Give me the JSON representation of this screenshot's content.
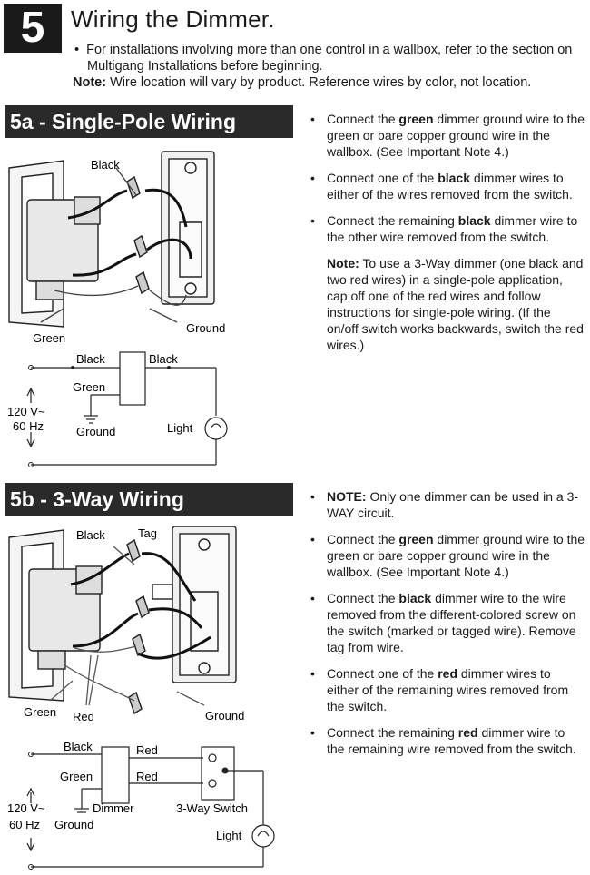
{
  "step": {
    "number": "5",
    "title": "Wiring the Dimmer."
  },
  "intro": {
    "bullet": "For installations involving more than one control in a wallbox, refer to the section on Multigang Installations before beginning.",
    "note_label": "Note:",
    "note_text": "Wire location will vary by product. Reference wires by color, not location."
  },
  "section_a": {
    "heading": "5a - Single-Pole Wiring",
    "items": [
      {
        "pre": "Connect the ",
        "bold": "green",
        "post": " dimmer ground wire to the green or bare copper ground wire in the wallbox. (See Important Note 4.)"
      },
      {
        "pre": "Connect one of the ",
        "bold": "black",
        "post": " dimmer wires to either of the wires removed from the switch."
      },
      {
        "pre": "Connect the remaining ",
        "bold": "black",
        "post": " dimmer wire to the other wire removed from the switch."
      }
    ],
    "note_label": "Note:",
    "note_text": "To use a 3-Way dimmer (one black and two red wires) in a single-pole application, cap off one of the red wires and follow instructions for single-pole wiring. (If the on/off switch works backwards, switch the red wires.)",
    "diagram": {
      "black": "Black",
      "ground": "Ground",
      "green": "Green"
    },
    "schematic": {
      "black_left": "Black",
      "black_right": "Black",
      "green": "Green",
      "ground": "Ground",
      "voltage": "120 V~",
      "freq": "60 Hz",
      "light": "Light"
    }
  },
  "section_b": {
    "heading": "5b - 3-Way Wiring",
    "items": [
      {
        "pre": "",
        "bold": "NOTE:",
        "post": " Only one dimmer can be used in a 3-WAY circuit."
      },
      {
        "pre": "Connect the ",
        "bold": "green",
        "post": " dimmer ground wire to the green or bare copper ground wire in the wallbox. (See Important Note 4.)"
      },
      {
        "pre": "Connect the ",
        "bold": "black",
        "post": " dimmer wire to the wire removed from the different-colored screw on the switch (marked or tagged wire). Remove tag from wire."
      },
      {
        "pre": "Connect one of the ",
        "bold": "red",
        "post": " dimmer wires to either of the remaining wires removed from the switch."
      },
      {
        "pre": "Connect the remaining ",
        "bold": "red",
        "post": " dimmer wire to the remaining wire removed from the switch."
      }
    ],
    "diagram": {
      "black": "Black",
      "tag": "Tag",
      "green": "Green",
      "red": "Red",
      "ground": "Ground"
    },
    "schematic": {
      "black": "Black",
      "red_top": "Red",
      "green": "Green",
      "red_mid": "Red",
      "dimmer": "Dimmer",
      "switch": "3-Way Switch",
      "voltage": "120 V~",
      "freq": "60 Hz",
      "ground": "Ground",
      "light": "Light"
    }
  }
}
